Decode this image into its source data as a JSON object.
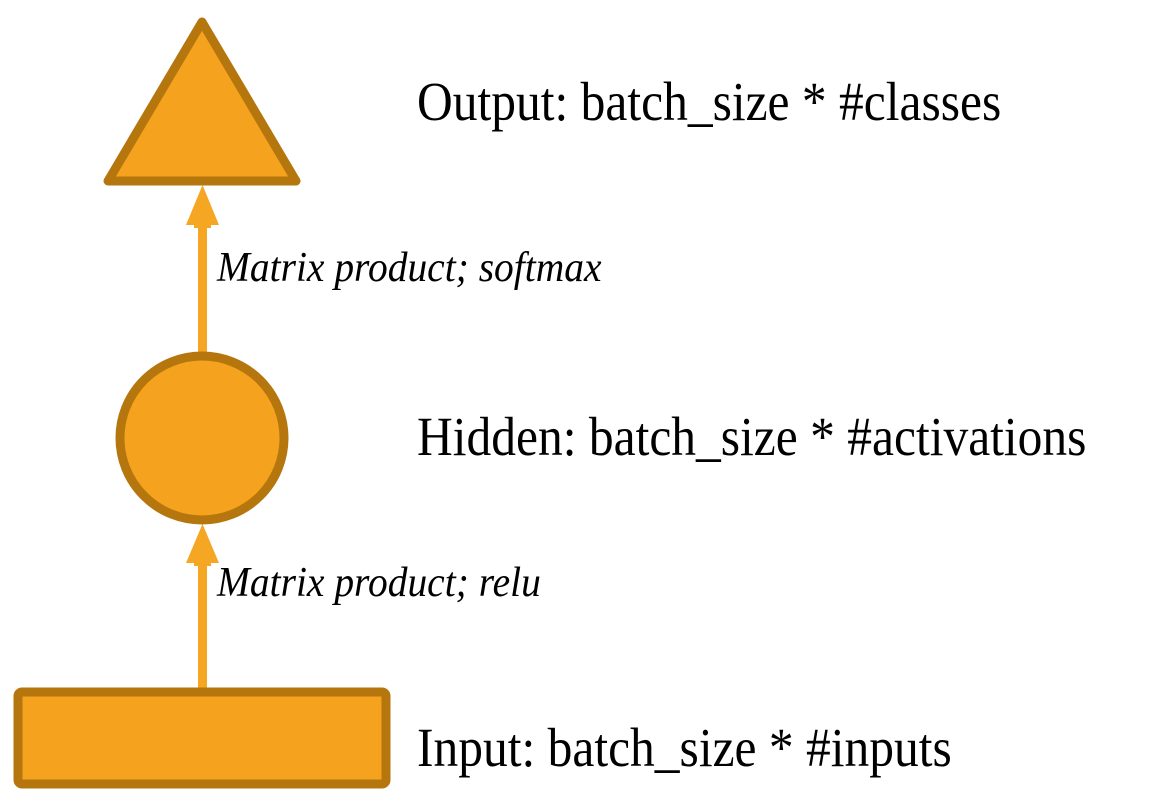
{
  "diagram": {
    "title": "Neural network layer diagram",
    "type": "flow-diagram",
    "direction": "bottom-to-top",
    "colors": {
      "shape_fill": "#F5A31E",
      "shape_stroke": "#B5760E",
      "arrow": "#F5A623",
      "text": "#000000",
      "background": "#FFFFFF"
    },
    "nodes": [
      {
        "id": "output",
        "shape": "triangle",
        "label": "Output: batch_size * #classes"
      },
      {
        "id": "hidden",
        "shape": "circle",
        "label": "Hidden: batch_size * #activations"
      },
      {
        "id": "input",
        "shape": "rectangle",
        "label": "Input: batch_size * #inputs"
      }
    ],
    "edges": [
      {
        "id": "hidden-to-output",
        "from": "hidden",
        "to": "output",
        "label": "Matrix product; softmax"
      },
      {
        "id": "input-to-hidden",
        "from": "input",
        "to": "hidden",
        "label": "Matrix product; relu"
      }
    ]
  }
}
